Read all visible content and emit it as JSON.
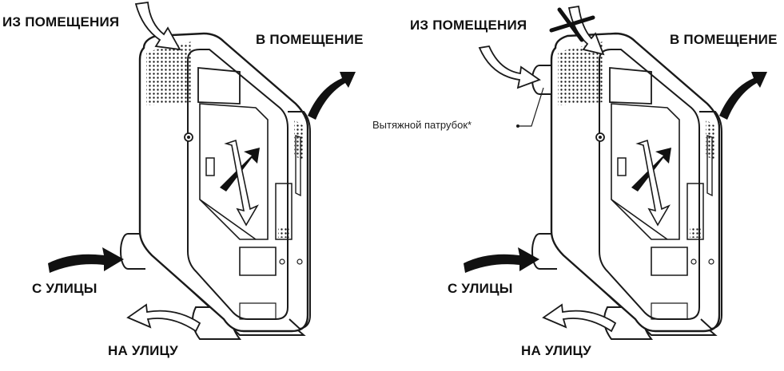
{
  "left_diagram": {
    "from_room": "ИЗ ПОМЕЩЕНИЯ",
    "to_room": "В ПОМЕЩЕНИЕ",
    "from_street": "С УЛИЦЫ",
    "to_street": "НА УЛИЦУ"
  },
  "right_diagram": {
    "from_room": "ИЗ ПОМЕЩЕНИЯ",
    "to_room": "В ПОМЕЩЕНИЕ",
    "from_street": "С УЛИЦЫ",
    "to_street": "НА УЛИЦУ",
    "exhaust_pipe": "Вытяжной патрубок*"
  },
  "colors": {
    "line": "#1a1a1a",
    "fill": "#ffffff",
    "dark_arrow": "#111111"
  }
}
